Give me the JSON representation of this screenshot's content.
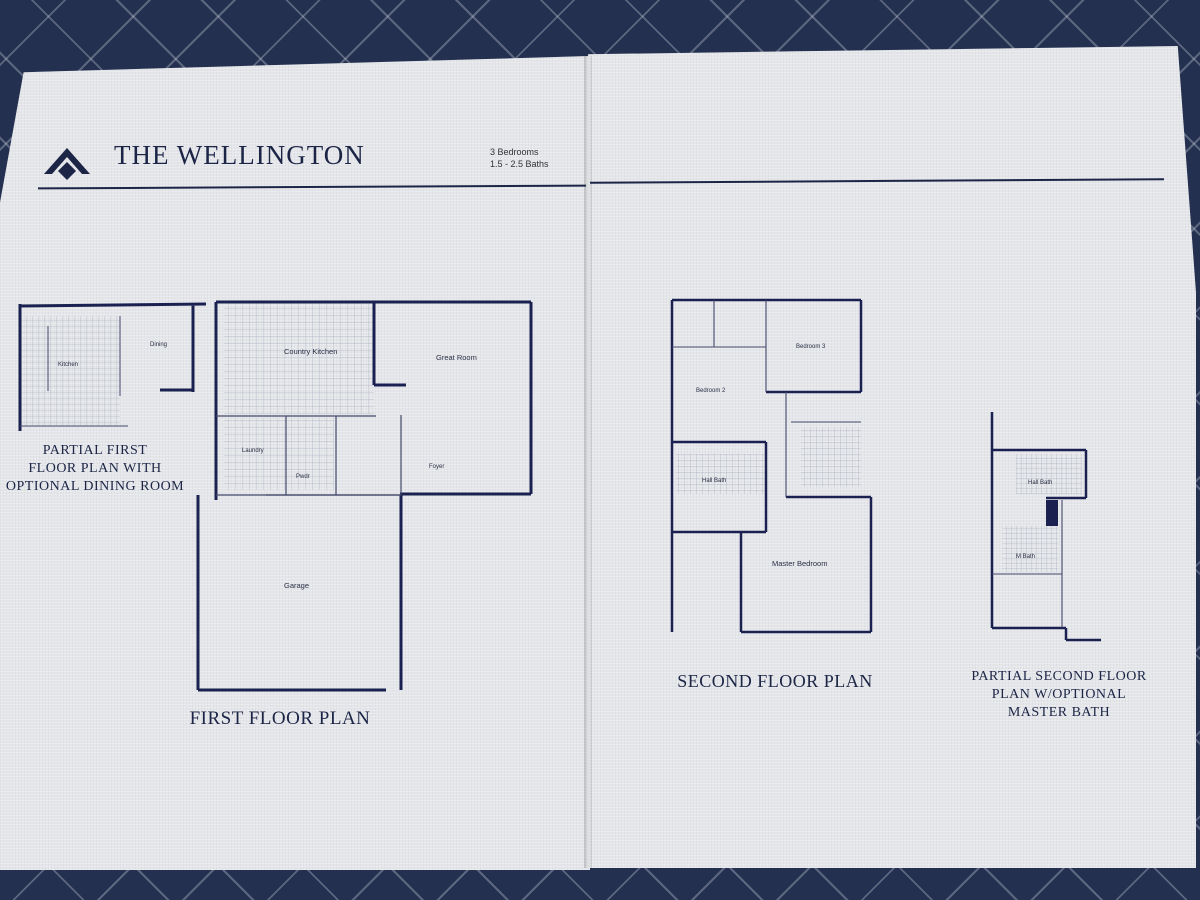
{
  "brochure": {
    "title": "THE WELLINGTON",
    "bedrooms": "3 Bedrooms",
    "baths": "1.5 - 2.5 Baths"
  },
  "captions": {
    "first_floor": "FIRST FLOOR PLAN",
    "partial_first": [
      "PARTIAL FIRST",
      "FLOOR PLAN WITH",
      "OPTIONAL DINING ROOM"
    ],
    "second_floor": "SECOND FLOOR PLAN",
    "partial_second": [
      "PARTIAL SECOND FLOOR",
      "PLAN W/OPTIONAL",
      "MASTER BATH"
    ]
  },
  "rooms": {
    "partial_first": {
      "kitchen": "Kitchen",
      "dining": "Dining"
    },
    "first_floor": {
      "country_kitchen": "Country Kitchen",
      "great_room": "Great Room",
      "laundry": "Laundry",
      "pwdr": "Pwdr",
      "foyer": "Foyer",
      "garage": "Garage"
    },
    "second_floor": {
      "bedroom3": "Bedroom 3",
      "bedroom2": "Bedroom 2",
      "hall_bath": "Hall Bath",
      "master_bedroom": "Master Bedroom"
    },
    "partial_second": {
      "hall_bath": "Hall Bath",
      "m_bath": "M Bath"
    }
  },
  "colors": {
    "ink": "#1c2546",
    "wall": "#1a2150",
    "paper": "#e4e6ea"
  }
}
